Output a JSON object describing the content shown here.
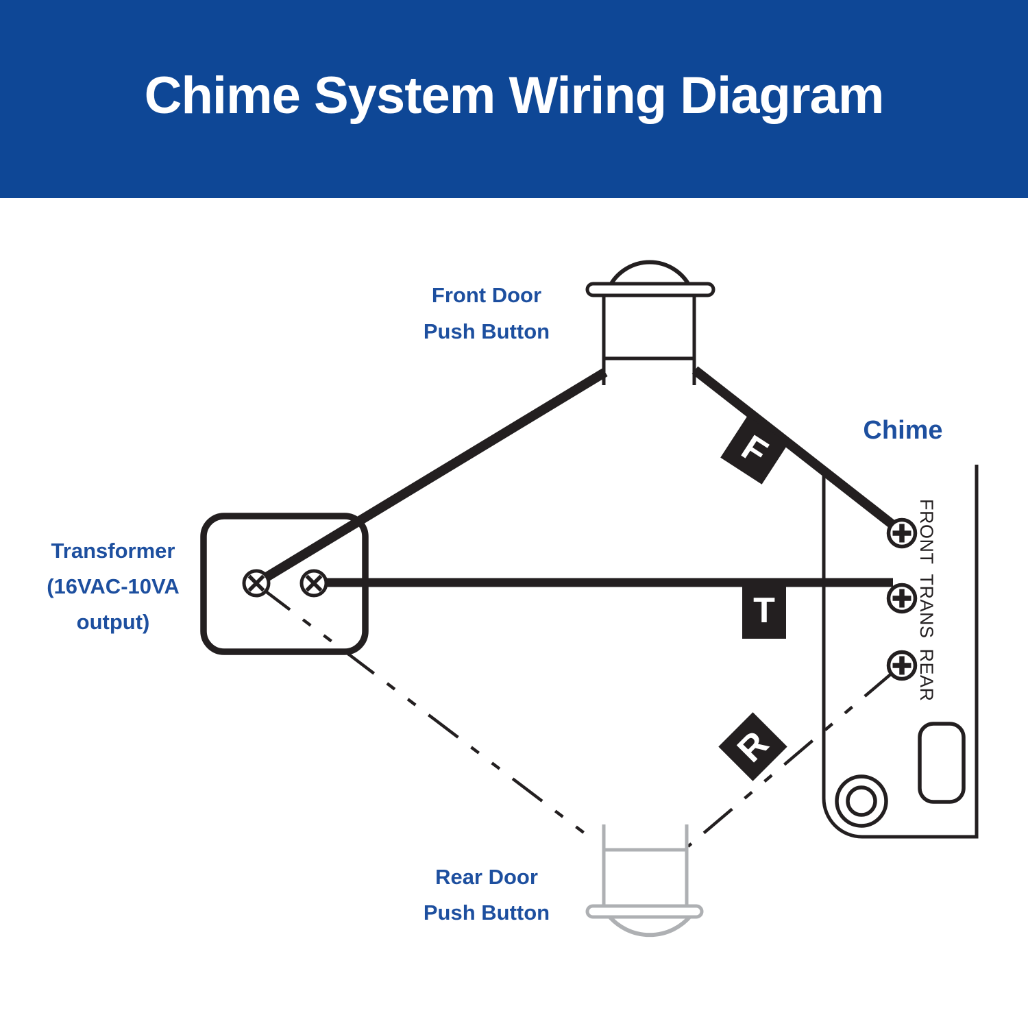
{
  "header": {
    "title": "Chime System Wiring Diagram",
    "bg_color": "#0E4796",
    "text_color": "#FFFFFF"
  },
  "diagram": {
    "labels": {
      "front_button": {
        "line1": "Front Door",
        "line2": "Push Button"
      },
      "rear_button": {
        "line1": "Rear Door",
        "line2": "Push Button"
      },
      "transformer": {
        "line1": "Transformer",
        "line2": "(16VAC-10VA",
        "line3": "output)"
      },
      "chime": "Chime"
    },
    "wire_tags": {
      "front": "F",
      "trans": "T",
      "rear": "R"
    },
    "terminal_labels": "FRONT TRANS REAR",
    "colors": {
      "label_blue": "#1D4F9F",
      "line_black": "#231F20",
      "inactive_gray": "#AEB0B3",
      "tag_text": "#FFFFFF"
    }
  }
}
